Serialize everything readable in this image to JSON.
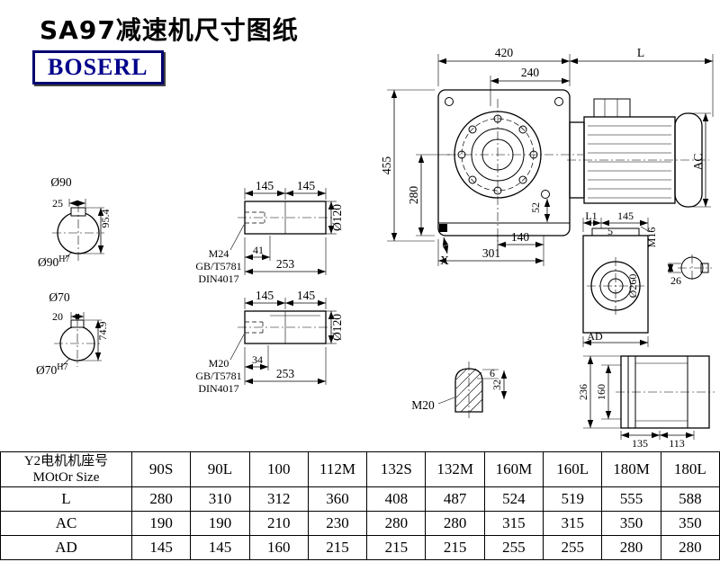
{
  "page": {
    "title": "SA97减速机尺寸图纸",
    "logo": "BOSERL"
  },
  "drawing": {
    "section1": {
      "dia": "Ø90",
      "key_w": "25",
      "key_h": "95.4",
      "bore": "Ø90",
      "bore_tol": "H7"
    },
    "section2": {
      "dia": "Ø70",
      "key_w": "20",
      "key_h": "74.9",
      "bore": "Ø70",
      "bore_tol": "H7"
    },
    "shaft1": {
      "seg1": "145",
      "seg2": "145",
      "dia": "Ø120",
      "thread": "M24",
      "std1": "GB/T5781",
      "std2": "DIN4017",
      "depth": "41",
      "total": "253"
    },
    "shaft2": {
      "seg1": "145",
      "seg2": "145",
      "dia": "Ø120",
      "thread": "M20",
      "std1": "GB/T5781",
      "std2": "DIN4017",
      "depth": "34",
      "total": "253"
    },
    "main": {
      "w420": "420",
      "L": "L",
      "w240": "240",
      "h455": "455",
      "h280": "280",
      "AC": "AC",
      "h52": "52",
      "w140": "140",
      "w301": "301",
      "X": "X"
    },
    "side": {
      "L1": "L1",
      "w145": "145",
      "t5": "5",
      "M16": "M16",
      "dia": "Ø260",
      "key": "26",
      "AD": "AD"
    },
    "rear": {
      "h236": "236",
      "h160": "160",
      "w135": "135",
      "w113": "113"
    },
    "tip": {
      "d6": "6",
      "w32": "32",
      "M20": "M20"
    }
  },
  "table": {
    "header1": "Y2电机机座号",
    "header2": "MOtOr Size",
    "columns": [
      "90S",
      "90L",
      "100",
      "112M",
      "132S",
      "132M",
      "160M",
      "160L",
      "180M",
      "180L"
    ],
    "rows": [
      {
        "label": "L",
        "values": [
          "280",
          "310",
          "312",
          "360",
          "408",
          "487",
          "524",
          "519",
          "555",
          "588"
        ]
      },
      {
        "label": "AC",
        "values": [
          "190",
          "190",
          "210",
          "230",
          "280",
          "280",
          "315",
          "315",
          "350",
          "350"
        ]
      },
      {
        "label": "AD",
        "values": [
          "145",
          "145",
          "160",
          "215",
          "215",
          "215",
          "255",
          "255",
          "280",
          "280"
        ]
      }
    ]
  }
}
